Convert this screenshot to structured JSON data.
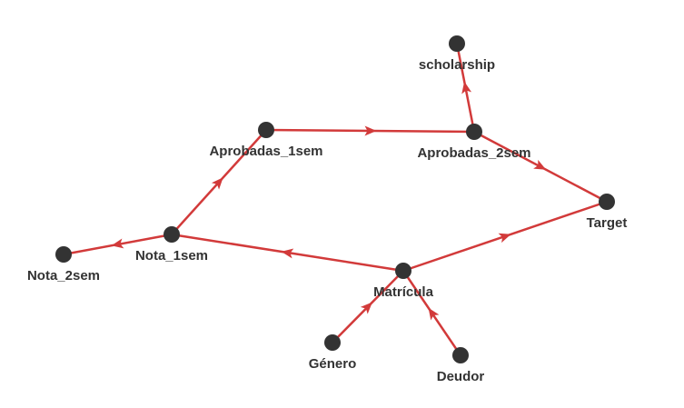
{
  "colors": {
    "edge": "#d23a3a",
    "node": "#333333",
    "label": "#333333",
    "background": "#ffffff"
  },
  "nodes": [
    {
      "id": "scholarship",
      "label": "scholarship"
    },
    {
      "id": "aprobadas_1sem",
      "label": "Aprobadas_1sem"
    },
    {
      "id": "aprobadas_2sem",
      "label": "Aprobadas_2sem"
    },
    {
      "id": "target",
      "label": "Target"
    },
    {
      "id": "nota_1sem",
      "label": "Nota_1sem"
    },
    {
      "id": "nota_2sem",
      "label": "Nota_2sem"
    },
    {
      "id": "matricula",
      "label": "Matrícula"
    },
    {
      "id": "genero",
      "label": "Género"
    },
    {
      "id": "deudor",
      "label": "Deudor"
    }
  ],
  "edges": [
    {
      "from": "aprobadas_2sem",
      "to": "scholarship"
    },
    {
      "from": "aprobadas_1sem",
      "to": "aprobadas_2sem"
    },
    {
      "from": "aprobadas_2sem",
      "to": "target"
    },
    {
      "from": "nota_1sem",
      "to": "aprobadas_1sem"
    },
    {
      "from": "nota_1sem",
      "to": "nota_2sem"
    },
    {
      "from": "matricula",
      "to": "nota_1sem"
    },
    {
      "from": "matricula",
      "to": "target"
    },
    {
      "from": "genero",
      "to": "matricula"
    },
    {
      "from": "deudor",
      "to": "matricula"
    }
  ]
}
